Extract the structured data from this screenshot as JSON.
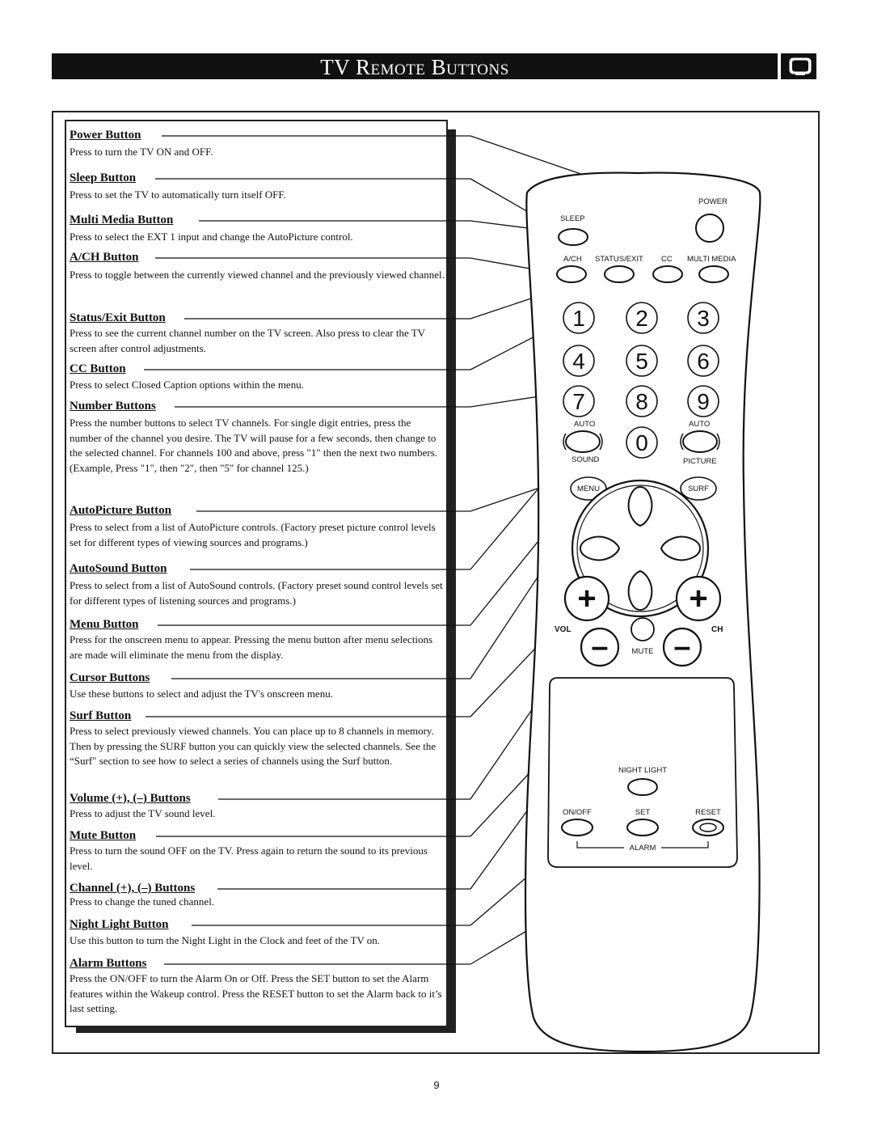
{
  "header": {
    "title": "TV Remote Buttons"
  },
  "entries": [
    {
      "title": "Power Button",
      "desc": "Press to turn the TV ON and OFF."
    },
    {
      "title": "Sleep Button",
      "desc": "Press to set the TV to automatically turn itself OFF."
    },
    {
      "title": "Multi Media Button",
      "desc": "Press to select the EXT 1 input and change the AutoPicture control."
    },
    {
      "title": "A/CH Button",
      "desc": "Press to toggle between the currently viewed channel and the previously viewed channel."
    },
    {
      "title": "Status/Exit Button",
      "desc": "Press to see the current channel number on the TV screen. Also press to clear the TV screen after control adjustments."
    },
    {
      "title": "CC Button",
      "desc": "Press to select Closed Caption options within the menu."
    },
    {
      "title": "Number Buttons",
      "desc": "Press the number buttons to select TV channels. For single digit entries, press the number of the channel you desire. The TV will pause for a few seconds, then change to the selected channel. For channels 100 and above, press \"1\" then the next two numbers. (Example, Press \"1\", then \"2\", then \"5\" for channel 125.)"
    },
    {
      "title": "AutoPicture Button",
      "desc": "Press to select from a list of AutoPicture controls. (Factory preset picture control levels set for different types of viewing sources and programs.)"
    },
    {
      "title": "AutoSound Button",
      "desc": "Press to select from a list of AutoSound controls. (Factory preset sound control levels set for different types of listening sources and programs.)"
    },
    {
      "title": "Menu Button",
      "desc": "Press for the onscreen menu to appear. Pressing the menu button after menu selections are made will eliminate the menu from the display."
    },
    {
      "title": "Cursor Buttons",
      "desc": "Use these buttons to select and adjust the TV's onscreen menu."
    },
    {
      "title": "Surf Button",
      "desc": "Press to select previously viewed channels. You can place up to 8 channels in memory. Then by pressing the SURF button you can quickly view the selected channels. See the “Surf\" section to see how to select a series of channels using the Surf button."
    },
    {
      "title": "Volume (+), (–) Buttons",
      "desc": "Press to adjust the TV sound level."
    },
    {
      "title": "Mute Button",
      "desc": "Press to turn the sound OFF on the TV. Press again to return the sound to its previous level."
    },
    {
      "title": "Channel (+), (–) Buttons",
      "desc": "Press to change the tuned channel."
    },
    {
      "title": "Night Light Button",
      "desc": "Use this button to turn the Night Light in the Clock and feet of the TV on."
    },
    {
      "title": "Alarm Buttons",
      "desc": "Press the ON/OFF to turn the Alarm On or Off. Press the SET button to set the Alarm features within the Wakeup control. Press the RESET button to set the Alarm back to it’s last setting."
    }
  ],
  "remote": {
    "power": "POWER",
    "sleep": "SLEEP",
    "ach": "A/CH",
    "status_exit": "STATUS/EXIT",
    "cc": "CC",
    "multi_media": "MULTI MEDIA",
    "numbers": [
      "1",
      "2",
      "3",
      "4",
      "5",
      "6",
      "7",
      "8",
      "9",
      "0"
    ],
    "auto_left": "AUTO",
    "auto_right": "AUTO",
    "sound": "SOUND",
    "picture": "PICTURE",
    "menu": "MENU",
    "surf": "SURF",
    "vol": "VOL",
    "ch": "CH",
    "plus": "+",
    "minus": "–",
    "mute": "MUTE",
    "night_light": "NIGHT LIGHT",
    "on_off": "ON/OFF",
    "set": "SET",
    "reset": "RESET",
    "alarm": "ALARM"
  },
  "footer": {
    "page_number": "9"
  }
}
